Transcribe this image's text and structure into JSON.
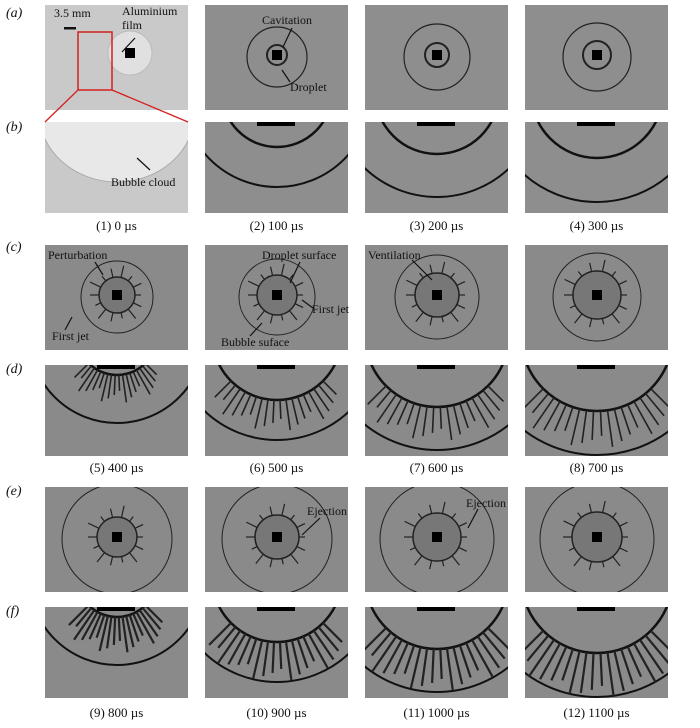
{
  "row_labels": [
    "(a)",
    "(b)",
    "(c)",
    "(d)",
    "(e)",
    "(f)"
  ],
  "captions": [
    "(1) 0 µs",
    "(2) 100 µs",
    "(3) 200 µs",
    "(4) 300 µs",
    "(5) 400 µs",
    "(6) 500 µs",
    "(7) 600 µs",
    "(8) 700 µs",
    "(9) 800 µs",
    "(10) 900 µs",
    "(11) 1000 µs",
    "(12) 1100 µs"
  ],
  "annotations": {
    "scale": "3.5 mm",
    "aluminium_1": "Aluminium",
    "aluminium_2": "film",
    "cavitation": "Cavitation",
    "droplet": "Droplet",
    "bubble_cloud": "Bubble cloud",
    "perturbation": "Perturbation",
    "first_jet_a": "First jet",
    "droplet_surface": "Droplet surface",
    "first_jet_b": "First jet",
    "bubble_surface": "Bubble suface",
    "ventilation": "Ventilation",
    "ejection_a": "Ejection",
    "ejection_b": "Ejection"
  },
  "colors": {
    "panel_bg": "#8f8f8f",
    "highlight": "#d42020",
    "ink": "#111111"
  }
}
